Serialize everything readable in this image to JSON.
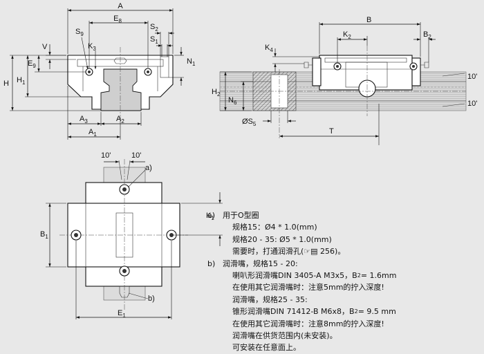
{
  "labels": {
    "A": "A",
    "E8": "E",
    "E8_sub": "8",
    "S9": "S",
    "S9_sub": "9",
    "K3": "K",
    "K3_sub": "3",
    "S2": "S",
    "S2_sub": "2",
    "S1": "S",
    "S1_sub": "1",
    "V": "V",
    "E9": "E",
    "E9_sub": "9",
    "N1": "N",
    "N1_sub": "1",
    "H": "H",
    "H1": "H",
    "H1_sub": "1",
    "A3": "A",
    "A3_sub": "3",
    "A2": "A",
    "A2_sub": "2",
    "A1": "A",
    "A1_sub": "1",
    "B": "B",
    "K2": "K",
    "K2_sub": "2",
    "B2": "B",
    "B2_sub": "2",
    "K4": "K",
    "K4_sub": "4",
    "H2": "H",
    "H2_sub": "2",
    "N6": "N",
    "N6_sub": "6",
    "S5": "ØS",
    "S5_sub": "5",
    "T": "T",
    "deg10_a": "10'",
    "deg10_b": "10'",
    "deg10_c": "10'",
    "deg10_d": "10'",
    "K1": "K",
    "K1_sub": "1",
    "B1": "B",
    "B1_sub": "1",
    "E1": "E",
    "E1_sub": "1",
    "a": "a)",
    "b": "b)"
  },
  "notes": {
    "a_mark": "a)",
    "a_line1": "用于O型圈",
    "a_line2": "规格15：Ø4 * 1.0(mm)",
    "a_line3": "规格20 - 35: Ø5 * 1.0(mm)",
    "a_line4": "需要时，打通润滑孔(☞▤ 256)。",
    "b_mark": "b)",
    "b_line1": "润滑嘴，规格15 - 20:",
    "b_line2_pre": "喇叭形润滑嘴DIN 3405-A M3x5，B",
    "b_line2_sub": "2",
    "b_line2_post": " = 1.6mm",
    "b_line3": "在使用其它润滑嘴时：注意5mm的拧入深度!",
    "b_line4": "润滑嘴，规格25 - 35:",
    "b_line5_pre": "锥形润滑嘴DIN 71412-B M6x8，B",
    "b_line5_sub": "2",
    "b_line5_post": " = 9.5 mm",
    "b_line6": "在使用其它润滑嘴时：注意8mm的拧入深度!",
    "b_line7": "润滑嘴在供货范围内(未安装)。",
    "b_line8": "可安装在任意面上。"
  }
}
